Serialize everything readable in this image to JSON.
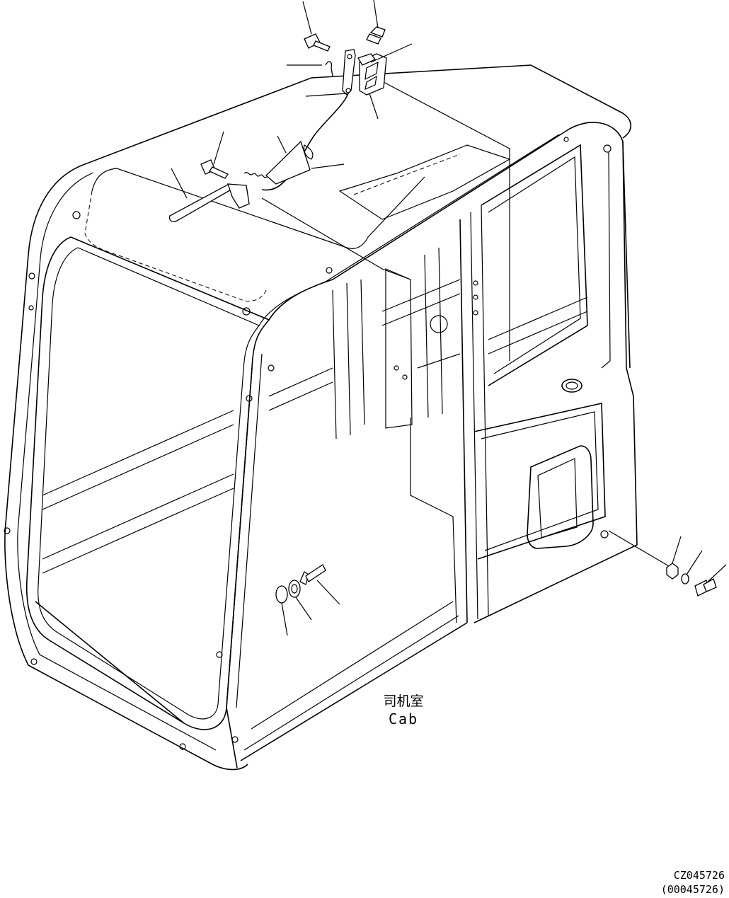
{
  "caption": {
    "cn": "司机室",
    "en": "Cab"
  },
  "drawing_code": "CZ045726",
  "drawing_ref": "(00045726)",
  "colors": {
    "line": "#000000",
    "background": "#ffffff"
  }
}
